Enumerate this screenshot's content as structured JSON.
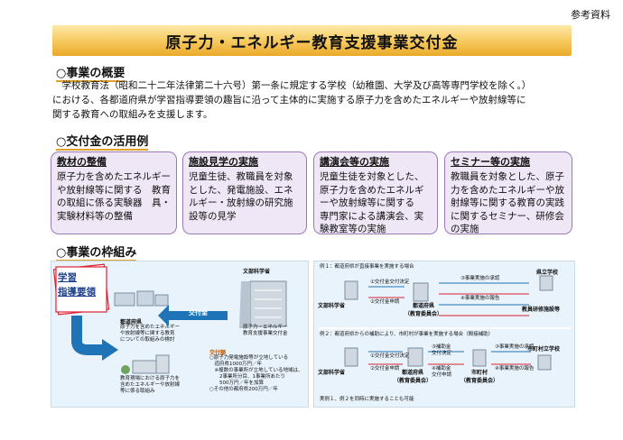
{
  "ref_label": "参考資料",
  "title": "原子力・エネルギー教育支援事業交付金",
  "overview": {
    "heading": "○事業の概要",
    "lines": [
      "　学校教育法（昭和二十二年法律第二十六号）第一条に規定する学校（幼稚園、大学及び高等専門学校を除く。）",
      "における、各都道府県が学習指導要領の趣旨に沿って主体的に実施する原子力を含めたエネルギーや放射線等に",
      "関する教育への取組みを支援します。"
    ]
  },
  "uses": {
    "heading": "○交付金の活用例",
    "cards": [
      {
        "title": "教材の整備",
        "body": "原子力を含めたエネルギーや放射線等に関する　教育の取組に係る実験器　具・実験材料等の整備"
      },
      {
        "title": "施設見学の実施",
        "body": "児童生徒、教職員を対象とした、発電施設、エネルギー・放射線の研究施設等の見学"
      },
      {
        "title": "講演会等の実施",
        "body": "児童生徒を対象とした、原子力を含めたエネルギーや放射線等に関する　専門家による講演会、実 験教室等の実施"
      },
      {
        "title": "セミナー等の実施",
        "body": "教職員を対象とした、原子力を含めたエネルギーや放射線等に関する教育の実践に関するセミナー、研修会の実施"
      }
    ]
  },
  "framework": {
    "heading": "○事業の枠組み",
    "left": {
      "guideline": "学習\n指導要領",
      "mext_label": "文部科学省",
      "mext_desc": "原子力・エネルギー\n教育支援事業交付金",
      "grant_label": "交付金",
      "pref_label": "都道府県",
      "pref_desc": "原子力を含めたエネルギー\nや放射線等に関する教育\nについての取組みの検討",
      "school_desc": "教育現場における原子力を\n含めたエネルギーや放射線\n等に係る取組み",
      "amount_title": "交付額",
      "amount_lines": [
        "○原子力発電施設等が立地している",
        "　道府県1000万円／年",
        "　※複数の事業所が立地している地域は、",
        "　　2事業所分目、1事業所あたり",
        "　　500万円／年を加算",
        "○その他の都府県200万円／年"
      ]
    },
    "right": {
      "ex1_title": "例１：都道府県が直接事業を実施する場合",
      "ex2_title": "例２：都道府県からの補助により、市町村が事業を実施する場合（間接補助）",
      "mext": "文部科学省",
      "pref": "都道府県\n（教育委員会）",
      "city": "市町村\n（教育委員会）",
      "school1": "県立学校",
      "center": "教員研修施設等",
      "school2": "市町村立学校",
      "grant_decision": "①交付金交付決定",
      "grant_apply": "②交付金申請",
      "impl_approve": "③事業実施の承認",
      "impl_report": "④事業実施の報告",
      "subsidy_decision": "③補助金\n交付決定",
      "subsidy_apply": "④補助金\n交付申請",
      "note": "実例１、例２を同時に実施することも可能"
    }
  }
}
